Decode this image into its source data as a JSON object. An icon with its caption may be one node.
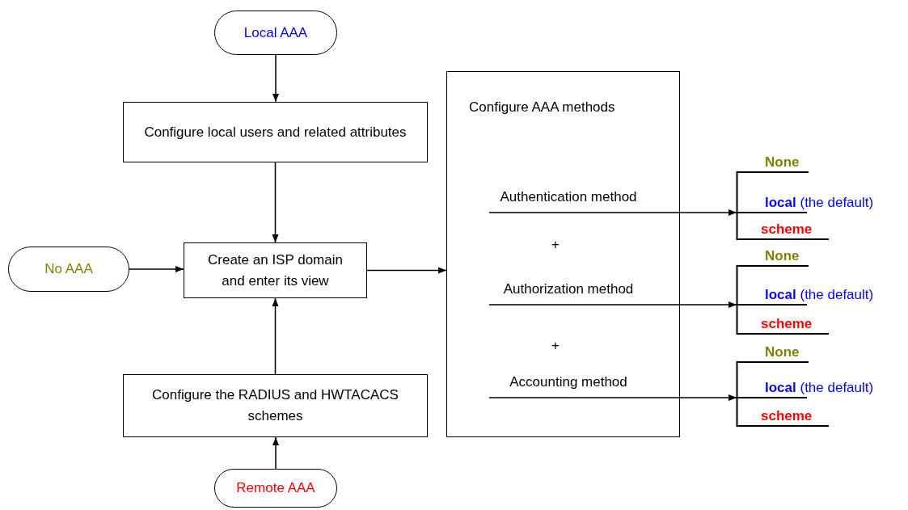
{
  "diagram": {
    "nodes": [
      {
        "text": [
          "Local AAA"
        ]
      },
      {
        "text": [
          "Configure local users and related attributes"
        ]
      },
      {
        "text": [
          "No AAA"
        ]
      },
      {
        "text": [
          "Create an ISP domain and enter its view"
        ]
      },
      {
        "text": [
          "Configure the RADIUS and HWTACACS schemes"
        ]
      },
      {
        "text": [
          "Remote AAA"
        ]
      },
      {
        "text": [
          "Configure AAA methods"
        ]
      },
      {
        "text": [
          "Authentication method"
        ],
        "in": 6
      },
      {
        "text": [
          "None",
          "**local** (the default)",
          "scheme"
        ]
      },
      {
        "text": [
          "Authorization method"
        ],
        "in": 6
      },
      {
        "text": [
          "None",
          "**local** (the default)",
          "scheme"
        ]
      },
      {
        "text": [
          "Accounting method"
        ],
        "in": 6
      },
      {
        "text": [
          "None",
          "**local** (the default)",
          "scheme"
        ]
      }
    ],
    "edges": [
      {
        "from": 0,
        "to": 1,
        "arrow": "to"
      },
      {
        "from": 1,
        "to": 3,
        "arrow": "to"
      },
      {
        "from": 2,
        "to": 3,
        "arrow": "to"
      },
      {
        "from": 5,
        "to": 4,
        "arrow": "to"
      },
      {
        "from": 4,
        "to": 3,
        "arrow": "to"
      },
      {
        "from": 3,
        "to": 6,
        "arrow": "to"
      },
      {
        "from": 7,
        "to": 8,
        "arrow": "to"
      },
      {
        "from": 9,
        "to": 10,
        "arrow": "to"
      },
      {
        "from": 11,
        "to": 12,
        "arrow": "to"
      }
    ],
    "labels": [
      "+",
      "+"
    ]
  }
}
